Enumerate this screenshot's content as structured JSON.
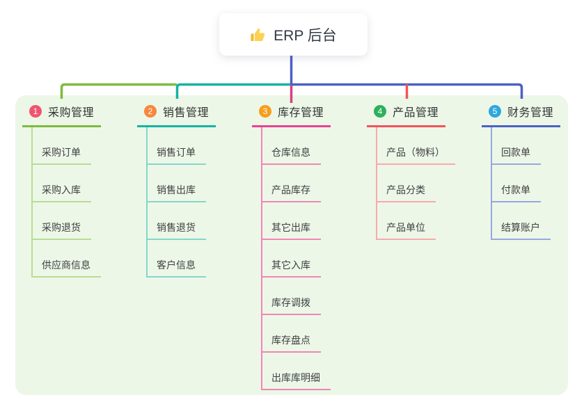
{
  "root": {
    "title": "ERP 后台",
    "icon": "thumbs-up-icon"
  },
  "colors": {
    "trunk_green": "#7eba40",
    "trunk_teal": "#16b3a4",
    "trunk_blue": "#4a61c5",
    "drop_magenta": "#d8417f",
    "drop_red": "#f4535b",
    "panel_bg": "#ecf7e8"
  },
  "branches": [
    {
      "num": "1",
      "label": "采购管理",
      "badge_color": "#f1556e",
      "line_color": "#7eba40",
      "child_line_color": "#b9dc92",
      "children": [
        "采购订单",
        "采购入库",
        "采购退货",
        "供应商信息"
      ]
    },
    {
      "num": "2",
      "label": "销售管理",
      "badge_color": "#f8873c",
      "line_color": "#16b3a4",
      "child_line_color": "#85d6c9",
      "children": [
        "销售订单",
        "销售出库",
        "销售退货",
        "客户信息"
      ]
    },
    {
      "num": "3",
      "label": "库存管理",
      "badge_color": "#f99d1c",
      "line_color": "#ea4292",
      "child_line_color": "#f285b4",
      "children": [
        "仓库信息",
        "产品库存",
        "其它出库",
        "其它入库",
        "库存调拨",
        "库存盘点",
        "出库库明细"
      ]
    },
    {
      "num": "4",
      "label": "产品管理",
      "badge_color": "#2eb05c",
      "line_color": "#f4535b",
      "child_line_color": "#f8a9ad",
      "children": [
        "产品（物料）",
        "产品分类",
        "产品单位"
      ]
    },
    {
      "num": "5",
      "label": "财务管理",
      "badge_color": "#2ea6de",
      "line_color": "#4a61c5",
      "child_line_color": "#96a8dd",
      "children": [
        "回款单",
        "付款单",
        "结算账户"
      ]
    }
  ]
}
